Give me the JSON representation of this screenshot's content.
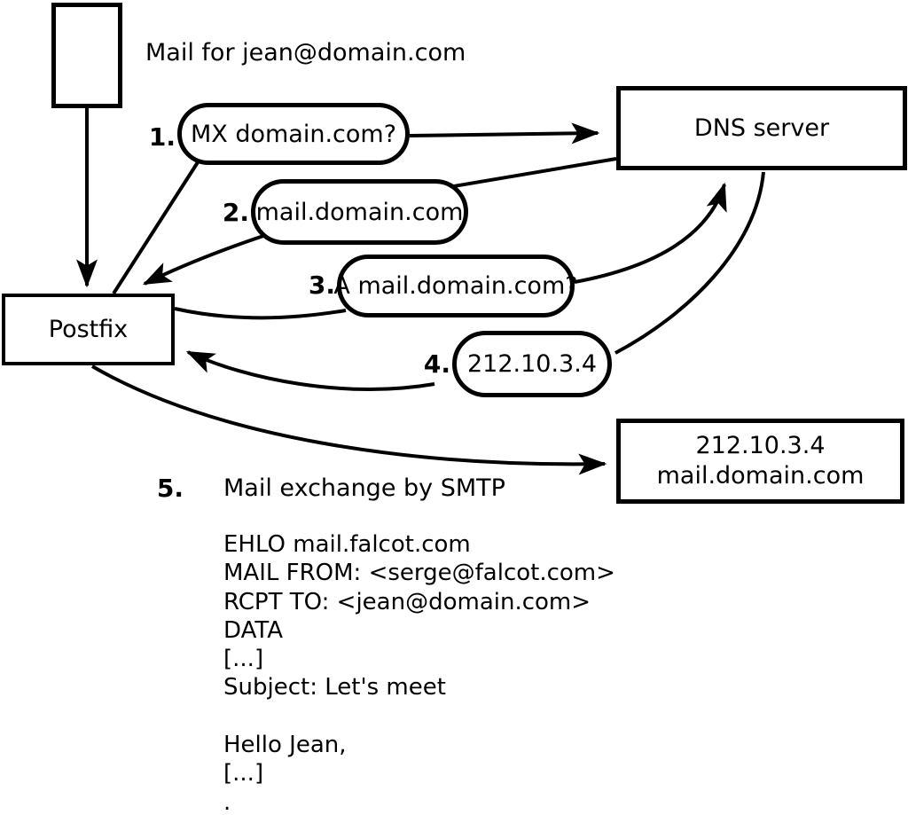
{
  "diagram": {
    "header": "Mail for jean@domain.com",
    "nodes": {
      "envelope": "envelope",
      "postfix": "Postfix",
      "dns_server": "DNS server",
      "destination_line1": "212.10.3.4",
      "destination_line2": "mail.domain.com"
    },
    "steps": [
      {
        "number": "1.",
        "label": "MX domain.com?"
      },
      {
        "number": "2.",
        "label": "mail.domain.com"
      },
      {
        "number": "3.",
        "label": "A mail.domain.com?"
      },
      {
        "number": "4.",
        "label": "212.10.3.4"
      },
      {
        "number": "5.",
        "label": "Mail exchange by SMTP"
      }
    ],
    "smtp_session": "EHLO mail.falcot.com\nMAIL FROM: <serge@falcot.com>\nRCPT TO: <jean@domain.com>\nDATA\n[...]\nSubject: Let's meet\n\nHello Jean,\n[...]\n.",
    "colors": {
      "ink": "#000000",
      "background": "#ffffff"
    }
  }
}
